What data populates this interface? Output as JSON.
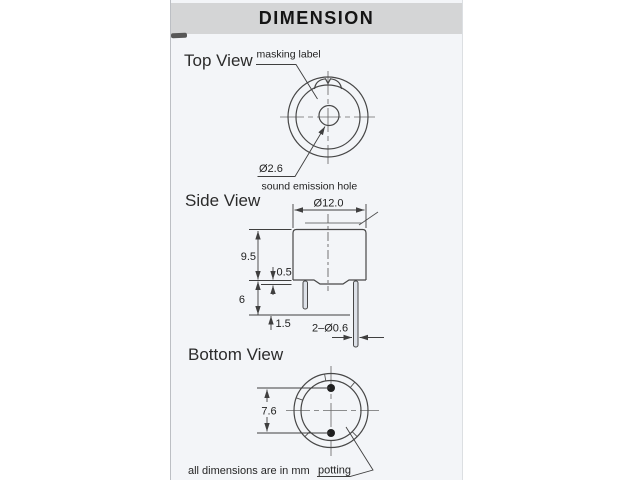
{
  "colors": {
    "paper": "#f3f5f8",
    "header_band": "#d4d5d6",
    "ink": "#222222",
    "line": "#474747"
  },
  "header": {
    "title": "DIMENSION"
  },
  "top_view": {
    "label": "Top View",
    "masking_label": "masking label",
    "hole_diameter": "Ø2.6",
    "hole_caption": "sound emission hole"
  },
  "side_view": {
    "label": "Side View",
    "body_diameter": "Ø12.0",
    "body_height": "9.5",
    "step_height": "0.5",
    "pin_length": "6",
    "pin_standoff": "1.5",
    "pin_diameter": "2–Ø0.6"
  },
  "bottom_view": {
    "label": "Bottom View",
    "pin_spacing": "7.6",
    "potting_label": "potting"
  },
  "footer": {
    "note": "all dimensions are in mm"
  }
}
